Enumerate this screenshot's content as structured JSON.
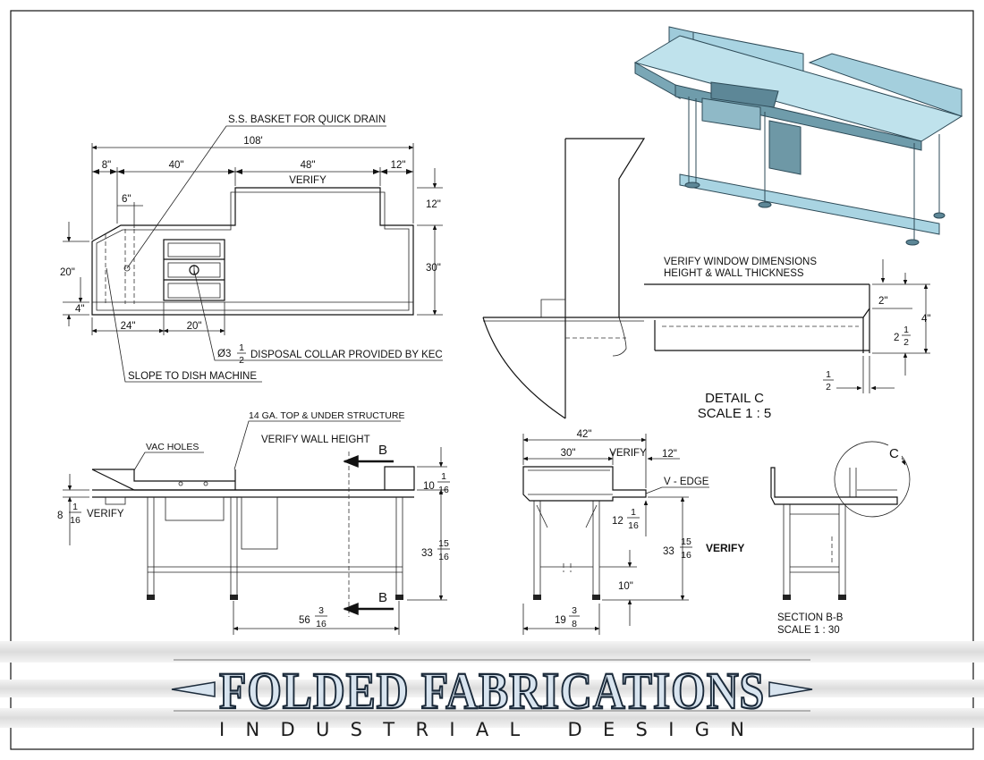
{
  "plan_view": {
    "overall": "108'",
    "seg_left": "8\"",
    "seg_sink": "40\"",
    "seg_window": "48\"",
    "seg_right": "12\"",
    "verify": "VERIFY",
    "right_top": "12\"",
    "depth": "30\"",
    "left_depth": "20\"",
    "edge": "4\"",
    "basket_offset": "6\"",
    "bottom_left": "24\"",
    "bottom_mid": "20\"",
    "basket_note": "S.S. BASKET FOR QUICK DRAIN",
    "collar_prefix": "Ø3",
    "collar_num": "1",
    "collar_den": "2",
    "collar_note": "DISPOSAL COLLAR PROVIDED BY KEC",
    "slope_note": "SLOPE TO DISH MACHINE"
  },
  "detail_c": {
    "window_note_1": "VERIFY WINDOW DIMENSIONS",
    "window_note_2": "HEIGHT & WALL THICKNESS",
    "d_2": "2\"",
    "d_4": "4\"",
    "d_2half_whole": "2",
    "d_2half_num": "1",
    "d_2half_den": "2",
    "d_half_num": "1",
    "d_half_den": "2",
    "title": "DETAIL C",
    "scale": "SCALE 1 : 5"
  },
  "front_view": {
    "top_note": "14 GA. TOP & UNDER STRUCTURE",
    "vac_note": "VAC HOLES",
    "wall_note": "VERIFY WALL HEIGHT",
    "section_mark": "B",
    "h_back_whole": "10",
    "h_back_num": "1",
    "h_back_den": "16",
    "h_left_whole": "8",
    "h_left_num": "1",
    "h_left_den": "16",
    "h_left_verify": "VERIFY",
    "h_total_whole": "33",
    "h_total_num": "15",
    "h_total_den": "16",
    "w_leg_whole": "56",
    "w_leg_num": "3",
    "w_leg_den": "16"
  },
  "side_view": {
    "w_total": "42\"",
    "w_top": "30\"",
    "verify": "VERIFY",
    "w_edge": "12\"",
    "v_edge": "V - EDGE",
    "h_window_whole": "12",
    "h_window_num": "1",
    "h_window_den": "16",
    "h_total_whole": "33",
    "h_total_num": "15",
    "h_total_den": "16",
    "h_verify": "VERIFY",
    "shelf": "10\"",
    "foot_whole": "19",
    "foot_num": "3",
    "foot_den": "8"
  },
  "section_bb": {
    "callout": "C",
    "title": "SECTION B-B",
    "scale": "SCALE 1 : 30"
  },
  "brand": {
    "name": "FOLDED FABRICATIONS",
    "tagline": "INDUSTRIAL DESIGN"
  },
  "colors": {
    "iso_top": "#a9d4e2",
    "iso_dark": "#5d8797",
    "logo_fill": "#d8e4ef",
    "band": "#e2e2e2"
  }
}
